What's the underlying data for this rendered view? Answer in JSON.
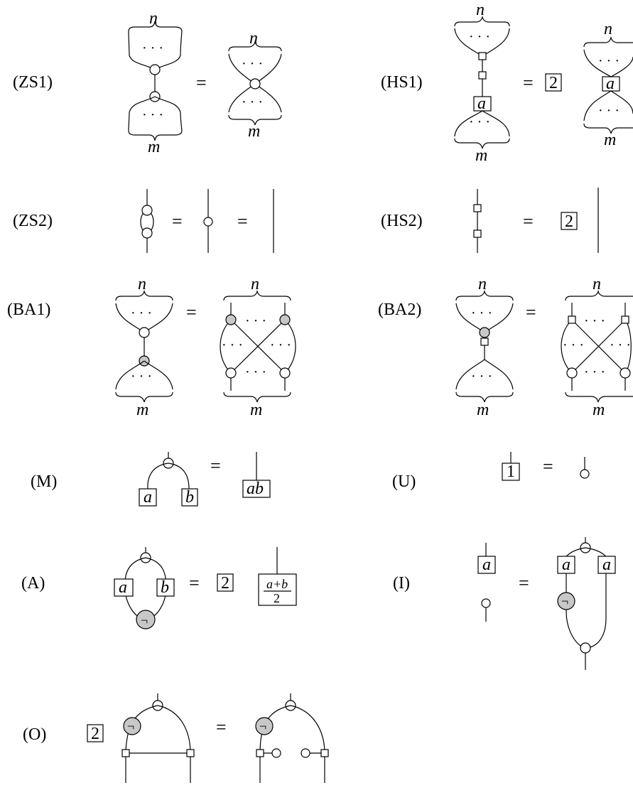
{
  "rules": {
    "ZS1": {
      "label": "(ZS1)",
      "top": "n",
      "bottom": "m"
    },
    "HS1": {
      "label": "(HS1)",
      "top": "n",
      "bottom": "m",
      "phase": "a",
      "scalar": "2"
    },
    "ZS2": {
      "label": "(ZS2)"
    },
    "HS2": {
      "label": "(HS2)",
      "scalar": "2"
    },
    "BA1": {
      "label": "(BA1)",
      "top": "n",
      "bottom": "m"
    },
    "BA2": {
      "label": "(BA2)",
      "top": "n",
      "bottom": "m"
    },
    "M": {
      "label": "(M)",
      "left": "a",
      "right": "b",
      "result": "ab"
    },
    "U": {
      "label": "(U)",
      "scalar": "1"
    },
    "A": {
      "label": "(A)",
      "left": "a",
      "right": "b",
      "scalar": "2",
      "num": "a+b",
      "den": "2",
      "neg": "¬"
    },
    "I": {
      "label": "(I)",
      "phase": "a",
      "neg": "¬"
    },
    "O": {
      "label": "(O)",
      "scalar": "2",
      "neg": "¬"
    }
  },
  "symbols": {
    "equals": "=",
    "dots": "· · ·"
  }
}
